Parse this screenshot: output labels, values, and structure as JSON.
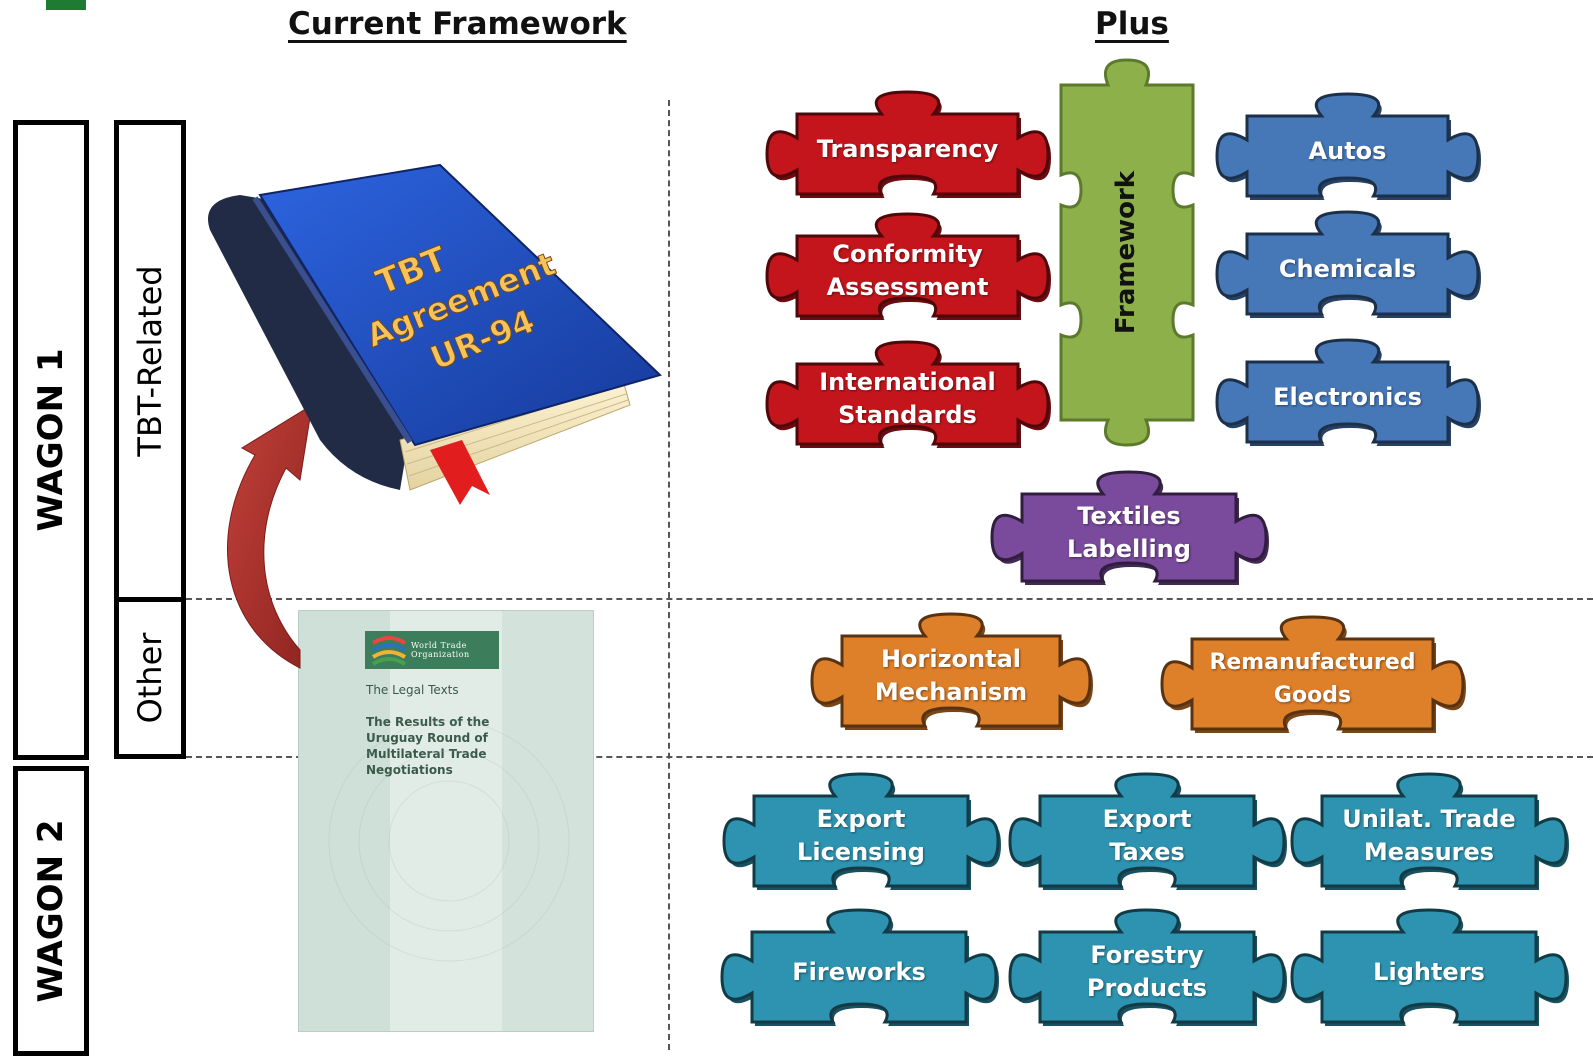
{
  "headers": {
    "current": "Current Framework",
    "plus": "Plus"
  },
  "rows": {
    "wagon1": "WAGON 1",
    "wagon2": "WAGON 2",
    "tbt_related": "TBT-Related",
    "other": "Other"
  },
  "book": {
    "line1": "TBT",
    "line2": "Agreement",
    "line3": "UR-94"
  },
  "legal_texts": {
    "org_line1": "World Trade",
    "org_line2": "Organization",
    "title": "The Legal Texts",
    "subtitle": "The Results of the Uruguay Round of Multilateral Trade Negotiations"
  },
  "pieces": {
    "transparency": "Transparency",
    "conformity_1": "Conformity",
    "conformity_2": "Assessment",
    "intl_1": "International",
    "intl_2": "Standards",
    "framework": "Framework",
    "autos": "Autos",
    "chemicals": "Chemicals",
    "electronics": "Electronics",
    "textiles_1": "Textiles",
    "textiles_2": "Labelling",
    "horizontal_1": "Horizontal",
    "horizontal_2": "Mechanism",
    "reman_1": "Remanufactured",
    "reman_2": "Goods",
    "export_lic_1": "Export",
    "export_lic_2": "Licensing",
    "export_tax_1": "Export",
    "export_tax_2": "Taxes",
    "unilat_1": "Unilat. Trade",
    "unilat_2": "Measures",
    "fireworks": "Fireworks",
    "forestry_1": "Forestry",
    "forestry_2": "Products",
    "lighters": "Lighters"
  },
  "colors": {
    "red": "#c4151c",
    "green": "#8db04a",
    "blue": "#4678b8",
    "purple": "#7a4a9c",
    "orange": "#de7f2a",
    "teal": "#2e93b0",
    "book_blue": "#1f4fc4",
    "arrow": "#a8302c"
  },
  "icons": [
    "puzzle-piece-icon",
    "book-icon",
    "curved-arrow-icon",
    "wto-logo-icon"
  ]
}
